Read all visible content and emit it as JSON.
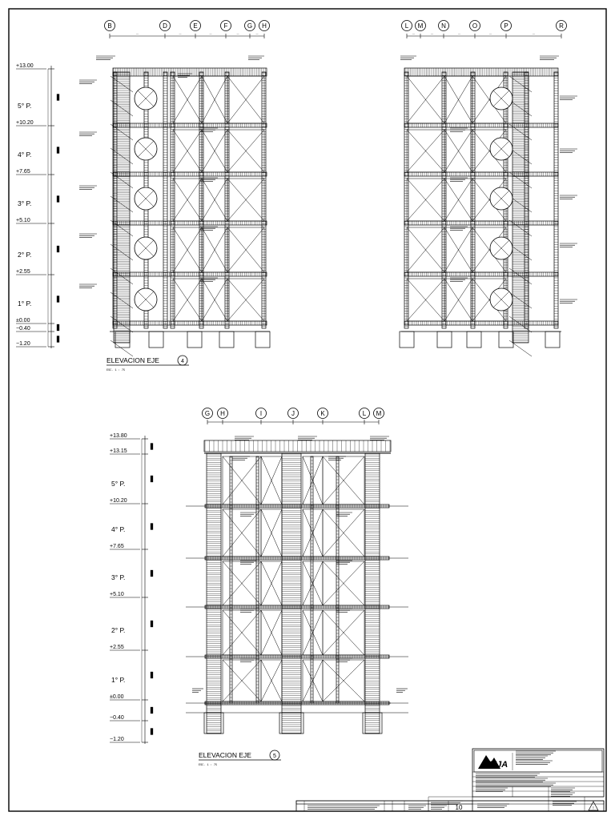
{
  "drawing": {
    "elevation_4": {
      "title": "ELEVACION   EJE",
      "axis_number": "4",
      "grid_axes_left": [
        "B",
        "D",
        "E",
        "F",
        "G",
        "H"
      ],
      "grid_axes_right": [
        "L",
        "M",
        "N",
        "O",
        "P",
        "R"
      ],
      "levels": [
        {
          "label": "",
          "value": "+13.00"
        },
        {
          "label": "5° P.",
          "value": "+10.20"
        },
        {
          "label": "4° P.",
          "value": "+7.65"
        },
        {
          "label": "3° P.",
          "value": "+5.10"
        },
        {
          "label": "2° P.",
          "value": "+2.55"
        },
        {
          "label": "1° P.",
          "value": "±0.00"
        },
        {
          "label": "",
          "value": "−0.40"
        },
        {
          "label": "",
          "value": "−1.20"
        }
      ]
    },
    "elevation_5": {
      "title": "ELEVACION   EJE",
      "axis_number": "5",
      "grid_axes": [
        "G",
        "H",
        "I",
        "J",
        "K",
        "L",
        "M"
      ],
      "levels": [
        {
          "label": "",
          "value": "+13.80"
        },
        {
          "label": "",
          "value": "+13.15"
        },
        {
          "label": "5° P.",
          "value": "+10.20"
        },
        {
          "label": "4° P.",
          "value": "+7.65"
        },
        {
          "label": "3° P.",
          "value": "+5.10"
        },
        {
          "label": "2° P.",
          "value": "+2.55"
        },
        {
          "label": "1° P.",
          "value": "±0.00"
        },
        {
          "label": "",
          "value": "−0.40"
        },
        {
          "label": "",
          "value": "−1.20"
        }
      ]
    },
    "title_block": {
      "logo_text": "MJA",
      "sheet_number": "10"
    }
  }
}
